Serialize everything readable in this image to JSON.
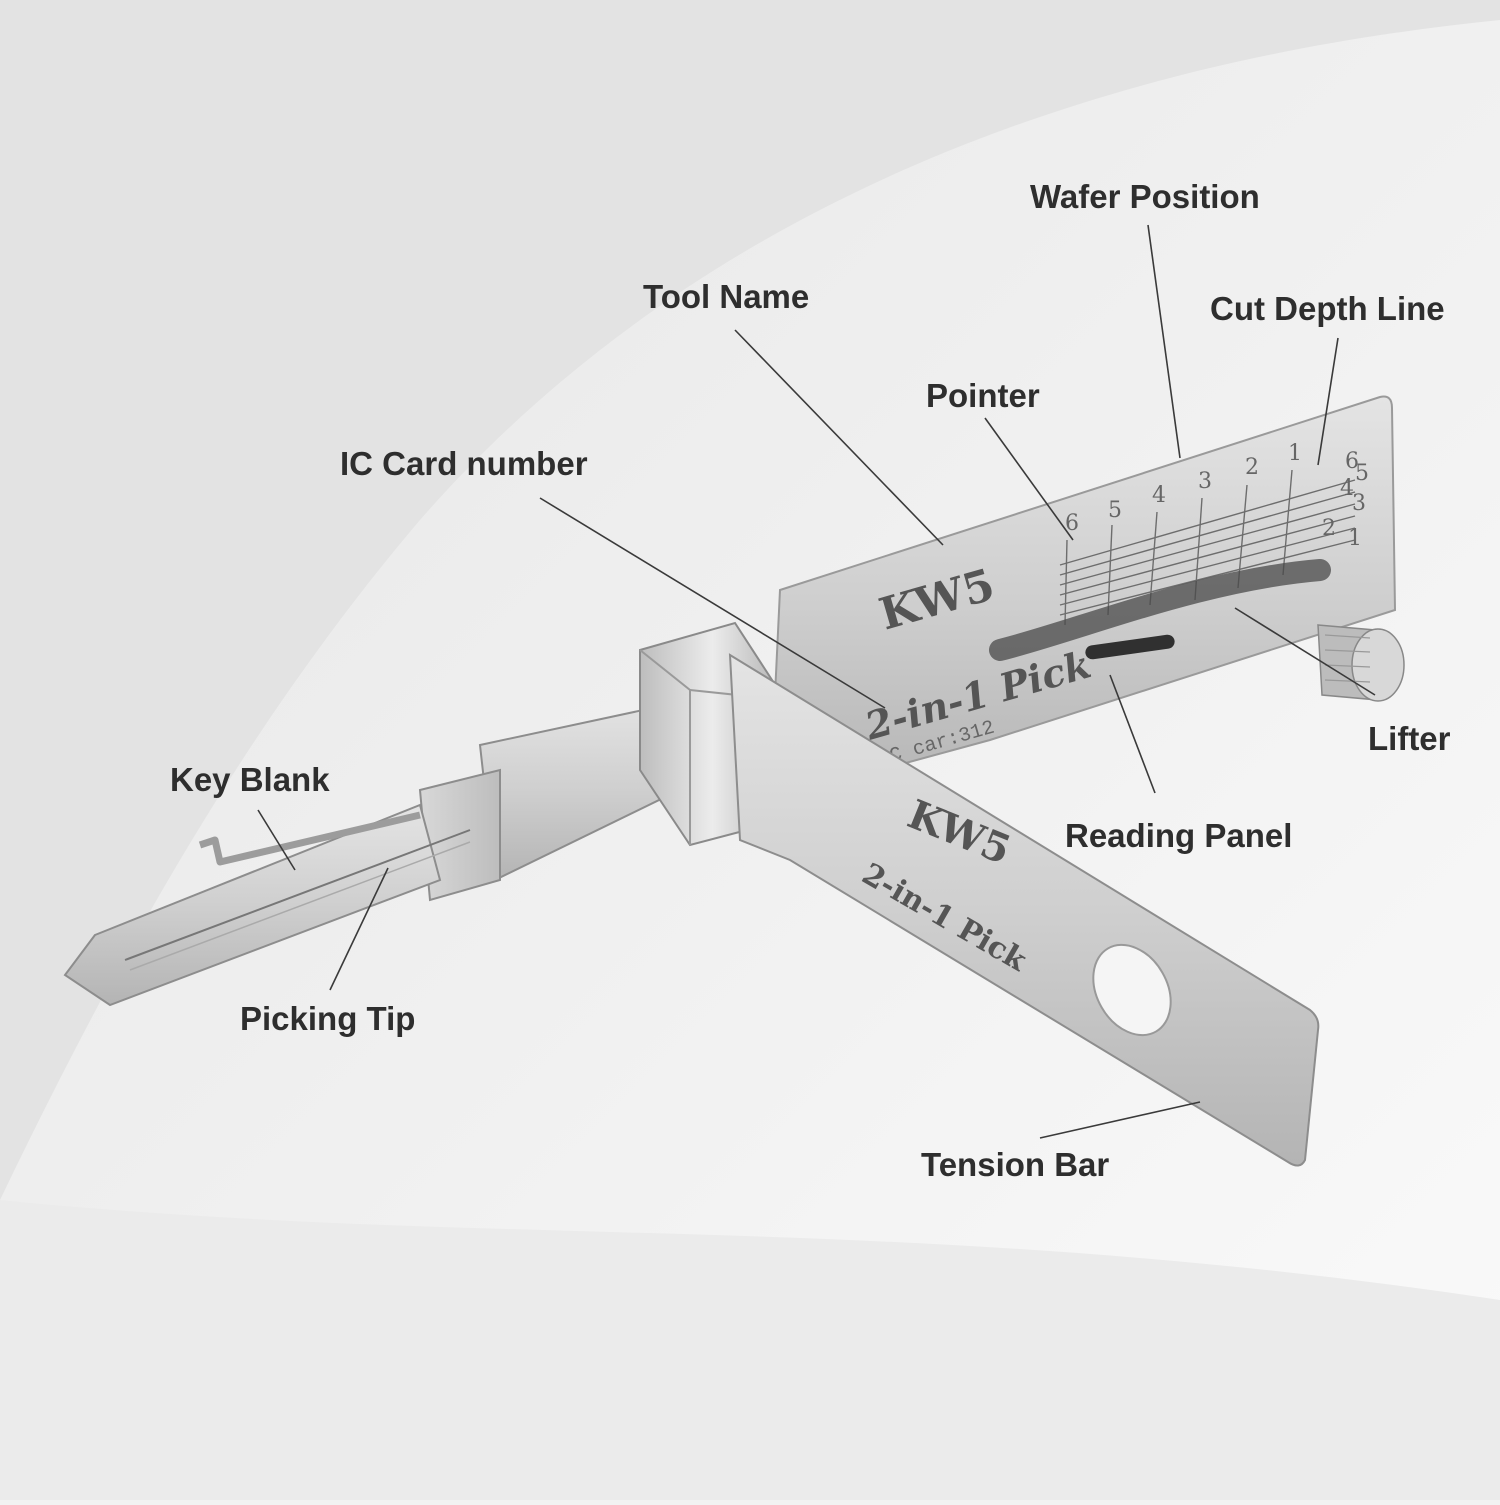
{
  "callouts": {
    "wafer_position": "Wafer Position",
    "tool_name": "Tool Name",
    "cut_depth_line": "Cut Depth Line",
    "pointer": "Pointer",
    "ic_card_number": "IC Card number",
    "lifter": "Lifter",
    "key_blank": "Key Blank",
    "reading_panel": "Reading Panel",
    "picking_tip": "Picking Tip",
    "tension_bar": "Tension Bar"
  },
  "engraving": {
    "model": "KW5",
    "tool_type": "2-in-1 Pick",
    "ic_card": "IC car:312",
    "wafer_numbers": [
      "6",
      "5",
      "4",
      "3",
      "2",
      "1"
    ],
    "depth_numbers": [
      "6",
      "5",
      "4",
      "3",
      "2",
      "1"
    ]
  },
  "colors": {
    "background": "#f2f2f2",
    "steel": "#c9c9c9",
    "label_text": "#2e2e2e"
  }
}
